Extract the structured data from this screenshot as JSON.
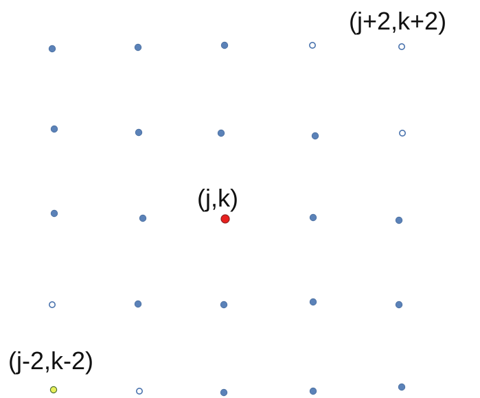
{
  "labels": {
    "top_right": "(j+2,k+2)",
    "center": "(j,k)",
    "bottom_left": "(j-2,k-2)"
  },
  "colors": {
    "filled_point": "#5b82b8",
    "open_point_stroke": "#4a73ad",
    "open_point_fill": "#ffffff",
    "center_point": "#e8201e",
    "highlight_point": "#e8ef5a"
  },
  "points": [
    {
      "name": "point-r1-c1",
      "style": "filled"
    },
    {
      "name": "point-r1-c2",
      "style": "filled"
    },
    {
      "name": "point-r1-c3",
      "style": "filled"
    },
    {
      "name": "point-r1-c4",
      "style": "open"
    },
    {
      "name": "point-r1-c5",
      "style": "open"
    },
    {
      "name": "point-r2-c1",
      "style": "filled"
    },
    {
      "name": "point-r2-c2",
      "style": "filled"
    },
    {
      "name": "point-r2-c3",
      "style": "filled"
    },
    {
      "name": "point-r2-c4",
      "style": "filled"
    },
    {
      "name": "point-r2-c5",
      "style": "open"
    },
    {
      "name": "point-r3-c1",
      "style": "filled"
    },
    {
      "name": "point-r3-c2",
      "style": "filled"
    },
    {
      "name": "point-r3-c3",
      "style": "center"
    },
    {
      "name": "point-r3-c4",
      "style": "filled"
    },
    {
      "name": "point-r3-c5",
      "style": "filled"
    },
    {
      "name": "point-r4-c1",
      "style": "open"
    },
    {
      "name": "point-r4-c2",
      "style": "filled"
    },
    {
      "name": "point-r4-c3",
      "style": "filled"
    },
    {
      "name": "point-r4-c4",
      "style": "filled"
    },
    {
      "name": "point-r4-c5",
      "style": "filled"
    },
    {
      "name": "point-r5-c1",
      "style": "highlight"
    },
    {
      "name": "point-r5-c2",
      "style": "open"
    },
    {
      "name": "point-r5-c3",
      "style": "filled"
    },
    {
      "name": "point-r5-c4",
      "style": "filled"
    },
    {
      "name": "point-r5-c5",
      "style": "filled"
    }
  ]
}
